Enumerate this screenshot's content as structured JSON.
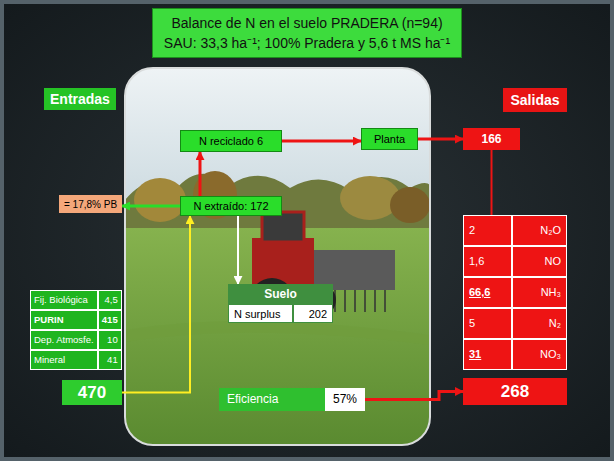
{
  "diagram": {
    "nodes": [
      {
        "text": [
          "Balance de N en el suelo PRADERA (n=94)",
          "SAU: 33,3 ha⁻¹; 100% Pradera y 5,6 t MS ha⁻¹"
        ]
      },
      {
        "text": [
          "Entradas"
        ]
      },
      {
        "text": [
          "Salidas"
        ]
      },
      {
        "text": [
          "N reciclado 6"
        ]
      },
      {
        "text": [
          "Planta"
        ]
      },
      {
        "text": [
          "166"
        ]
      },
      {
        "text": [
          "= 17,8% PB"
        ]
      },
      {
        "text": [
          "N extraído: 172"
        ]
      },
      {
        "text": [
          "Fij. Biológica",
          "4,5",
          "PURIN",
          "415",
          "Dep. Atmosfe.",
          "10",
          "Mineral",
          "41"
        ]
      },
      {
        "text": [
          "Suelo",
          "N surplus",
          "202"
        ]
      },
      {
        "text": [
          "2",
          "N₂O",
          "1,6",
          "NO",
          "66,6",
          "NH₃",
          "5",
          "N₂",
          "31",
          "NO₃"
        ]
      },
      {
        "text": [
          "470"
        ]
      },
      {
        "text": [
          "Eficiencia",
          "57%"
        ]
      },
      {
        "text": [
          "268"
        ]
      }
    ],
    "edges": [
      {
        "from": 7,
        "to": 3,
        "arrow": "to"
      },
      {
        "from": 3,
        "to": 4,
        "arrow": "to"
      },
      {
        "from": 4,
        "to": 5,
        "arrow": "to"
      },
      {
        "from": 5,
        "to": 10,
        "arrow": "none"
      },
      {
        "from": 7,
        "to": 6,
        "arrow": "to"
      },
      {
        "from": 7,
        "to": 9,
        "arrow": "to"
      },
      {
        "from": 11,
        "to": 7,
        "arrow": "to"
      },
      {
        "from": 12,
        "to": 13,
        "arrow": "to"
      }
    ]
  }
}
